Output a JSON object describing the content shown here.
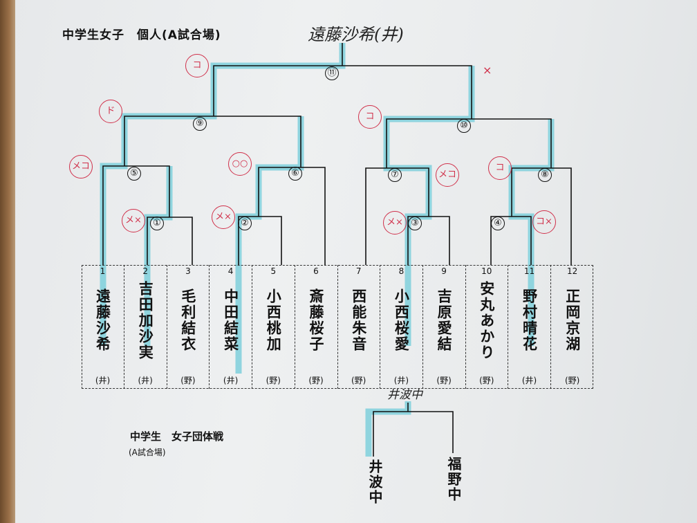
{
  "individual": {
    "title": "中学生女子　個人(A試合場)",
    "champion_handwritten": "遠藤沙希(井)",
    "players": [
      {
        "num": "1",
        "name": "遠藤沙希",
        "school": "(井)"
      },
      {
        "num": "2",
        "name": "吉田加沙実",
        "school": "(井)"
      },
      {
        "num": "3",
        "name": "毛利結衣",
        "school": "(野)"
      },
      {
        "num": "4",
        "name": "中田結菜",
        "school": "(井)"
      },
      {
        "num": "5",
        "name": "小西桃加",
        "school": "(野)"
      },
      {
        "num": "6",
        "name": "斎藤桜子",
        "school": "(野)"
      },
      {
        "num": "7",
        "name": "西能朱音",
        "school": "(野)"
      },
      {
        "num": "8",
        "name": "小西桜愛",
        "school": "(井)"
      },
      {
        "num": "9",
        "name": "吉原愛結",
        "school": "(野)"
      },
      {
        "num": "10",
        "name": "安丸あかり",
        "school": "(野)"
      },
      {
        "num": "11",
        "name": "野村晴花",
        "school": "(井)"
      },
      {
        "num": "12",
        "name": "正岡京湖",
        "school": "(野)"
      }
    ],
    "matches": [
      "①",
      "②",
      "③",
      "④",
      "⑤",
      "⑥",
      "⑦",
      "⑧",
      "⑨",
      "⑩",
      "⑪"
    ],
    "score_marks": {
      "m11_left": "コ",
      "m11_right": "×",
      "m9_left": "ド",
      "m5_left": "メコ",
      "m6_left": "○○",
      "m1": "メ×",
      "m2": "メ×",
      "m10_left": "コ",
      "m7_right": "メコ",
      "m3": "メ×",
      "m8_left": "コ",
      "m4": "コ×"
    }
  },
  "team": {
    "title": "中学生　女子団体戦",
    "subtitle": "(A試合場)",
    "winner_handwritten": "井波中",
    "teams": [
      "井波中",
      "福野中"
    ]
  },
  "colors": {
    "highlight": "#7fd0dc",
    "ink": "#111111",
    "red_pen": "#d0304a"
  }
}
